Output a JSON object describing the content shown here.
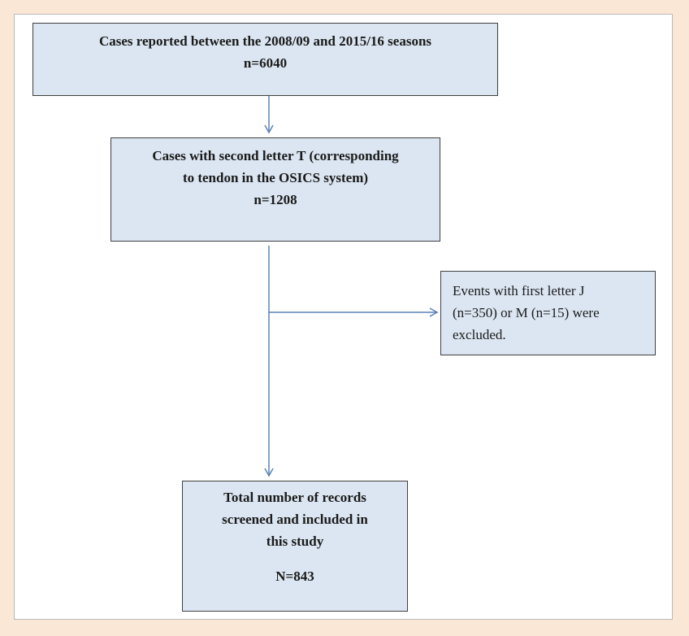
{
  "diagram": {
    "nodes": {
      "cases_reported": {
        "lines": [
          "Cases reported between the 2008/09 and 2015/16 seasons",
          "n=6040"
        ]
      },
      "tendon_cases": {
        "lines": [
          "Cases with second letter T (corresponding",
          "to tendon in the OSICS system)",
          "n=1208"
        ]
      },
      "excluded": {
        "lines": [
          "Events with first letter J",
          "(n=350) or M (n=15) were",
          "excluded."
        ]
      },
      "total_included": {
        "lines": [
          "Total number of records",
          "screened and included  in",
          "this study"
        ],
        "count": "N=843"
      }
    },
    "edges": [
      {
        "from": "cases_reported",
        "to": "tendon_cases"
      },
      {
        "from": "tendon_cases",
        "to": "excluded"
      },
      {
        "from": "tendon_cases",
        "to": "total_included"
      }
    ],
    "colors": {
      "background": "#fbe7d6",
      "box_fill": "#dbe6f2",
      "box_border": "#3f3f3f",
      "arrow": "#5b82b5"
    }
  }
}
